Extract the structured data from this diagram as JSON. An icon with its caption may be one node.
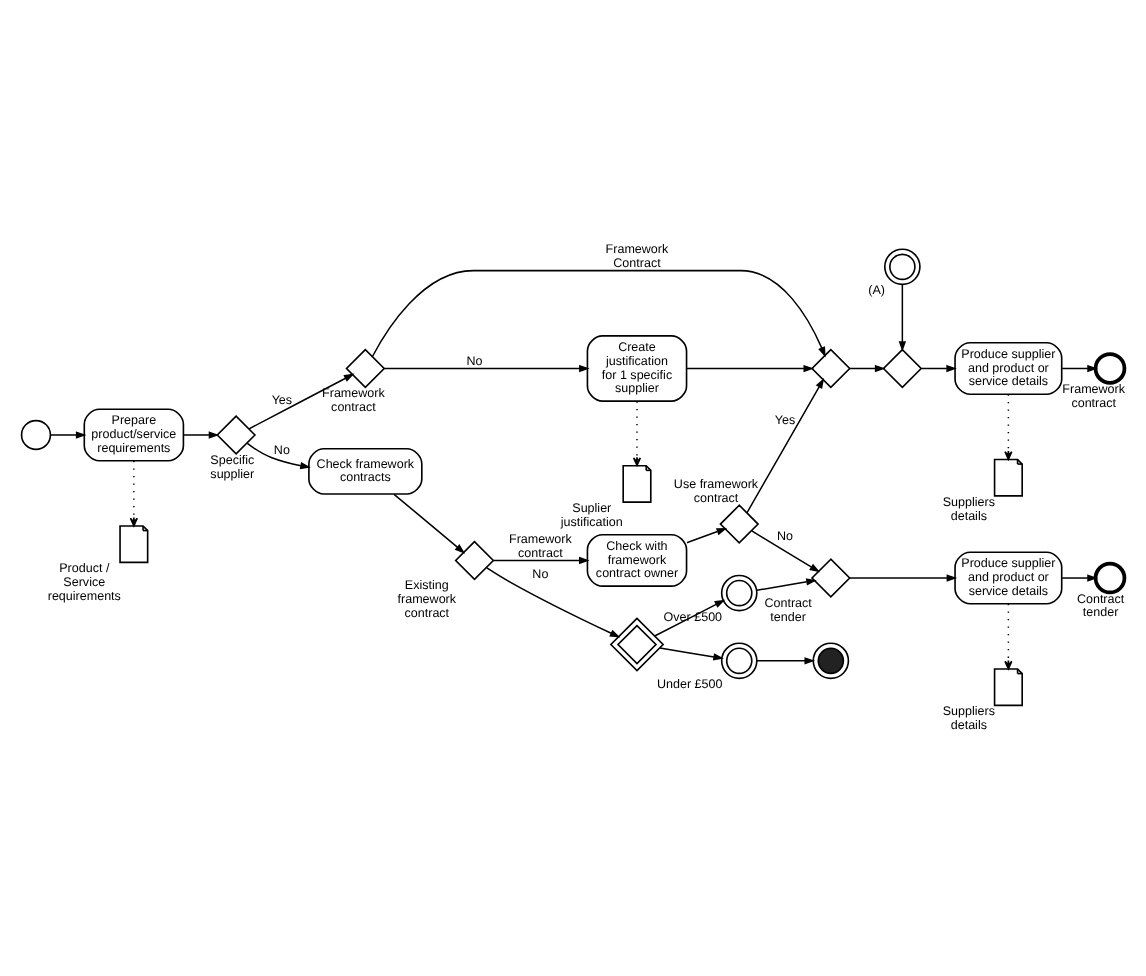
{
  "diagram": {
    "nodes": [
      {
        "text": [],
        "shape": "circle"
      },
      {
        "text": [
          "Prepare product/service requirements"
        ]
      },
      {
        "text": [],
        "shape": "document",
        "beside": [
          "Product / Service requirements"
        ]
      },
      {
        "text": [],
        "shape": "diamond",
        "beside": [
          "Specific supplier"
        ]
      },
      {
        "text": [],
        "shape": "diamond",
        "beside": [
          "Framework contract"
        ]
      },
      {
        "text": [
          "Create justification for 1 specific supplier"
        ]
      },
      {
        "text": [],
        "shape": "document",
        "beside": [
          "Suplier justification"
        ]
      },
      {
        "text": [],
        "shape": "diamond"
      },
      {
        "text": [],
        "shape": "circle",
        "beside": [
          "(A)"
        ]
      },
      {
        "text": [],
        "shape": "diamond"
      },
      {
        "text": [
          "Produce supplier and product or service details"
        ]
      },
      {
        "text": [],
        "shape": "document",
        "beside": [
          "Suppliers details"
        ]
      },
      {
        "text": [],
        "shape": "circle",
        "beside": [
          "Framework contract"
        ]
      },
      {
        "text": [
          "Check framework contracts"
        ]
      },
      {
        "text": [],
        "shape": "diamond",
        "beside": [
          "Existing framework contract"
        ]
      },
      {
        "text": [
          "Check with framework contract owner"
        ]
      },
      {
        "text": [],
        "shape": "diamond",
        "beside": [
          "Use framework contract"
        ]
      },
      {
        "text": [],
        "shape": "diamond"
      },
      {
        "text": [],
        "shape": "circle",
        "beside": [
          "Under £500"
        ]
      },
      {
        "text": [],
        "shape": "circle"
      },
      {
        "text": [],
        "shape": "circle",
        "beside": [
          "Over £500"
        ]
      },
      {
        "text": [],
        "shape": "diamond",
        "beside": [
          "Contract tender"
        ]
      },
      {
        "text": [
          "Produce supplier and product or service details"
        ]
      },
      {
        "text": [],
        "shape": "document",
        "beside": [
          "Suppliers details"
        ]
      },
      {
        "text": [],
        "shape": "circle",
        "beside": [
          "Contract tender"
        ]
      }
    ],
    "edges": [
      {
        "from": 0,
        "to": 1,
        "arrow": "to"
      },
      {
        "from": 1,
        "to": 2,
        "arrow": "to",
        "style": "dashed"
      },
      {
        "from": 1,
        "to": 3,
        "arrow": "to"
      },
      {
        "from": 3,
        "to": 4,
        "arrow": "to",
        "label": "Yes"
      },
      {
        "from": 3,
        "to": 13,
        "arrow": "to",
        "label": "No"
      },
      {
        "from": 4,
        "to": 5,
        "arrow": "to",
        "label": "No"
      },
      {
        "from": 4,
        "to": 7,
        "arrow": "to",
        "label": "Framework Contract"
      },
      {
        "from": 5,
        "to": 6,
        "arrow": "to",
        "style": "dashed"
      },
      {
        "from": 5,
        "to": 7,
        "arrow": "to"
      },
      {
        "from": 7,
        "to": 9,
        "arrow": "to"
      },
      {
        "from": 8,
        "to": 9,
        "arrow": "to"
      },
      {
        "from": 9,
        "to": 10,
        "arrow": "to"
      },
      {
        "from": 10,
        "to": 11,
        "arrow": "to",
        "style": "dashed"
      },
      {
        "from": 10,
        "to": 12,
        "arrow": "to"
      },
      {
        "from": 13,
        "to": 14,
        "arrow": "to"
      },
      {
        "from": 14,
        "to": 15,
        "arrow": "to",
        "label": "Framework contract"
      },
      {
        "from": 14,
        "to": 17,
        "arrow": "to",
        "label": "No"
      },
      {
        "from": 15,
        "to": 16,
        "arrow": "to"
      },
      {
        "from": 16,
        "to": 7,
        "arrow": "to",
        "label": "Yes"
      },
      {
        "from": 16,
        "to": 21,
        "arrow": "to",
        "label": "No"
      },
      {
        "from": 17,
        "to": 18,
        "arrow": "to"
      },
      {
        "from": 18,
        "to": 19,
        "arrow": "to"
      },
      {
        "from": 17,
        "to": 20,
        "arrow": "to"
      },
      {
        "from": 20,
        "to": 21,
        "arrow": "to"
      },
      {
        "from": 21,
        "to": 22,
        "arrow": "to"
      },
      {
        "from": 22,
        "to": 23,
        "arrow": "to",
        "style": "dashed"
      },
      {
        "from": 22,
        "to": 24,
        "arrow": "to"
      }
    ]
  }
}
